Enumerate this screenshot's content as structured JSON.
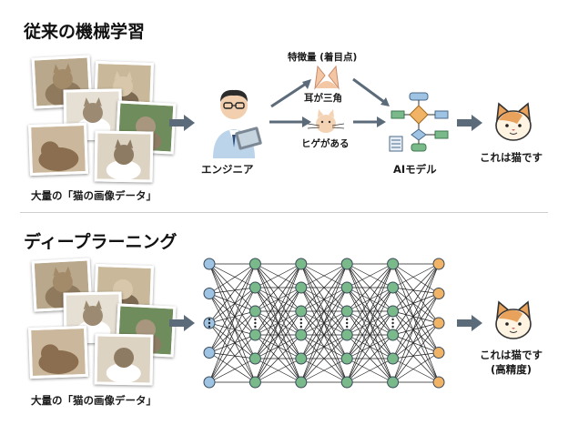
{
  "traditional": {
    "title": "従来の機械学習",
    "data_label": "大量の「猫の画像データ」",
    "engineer_label": "エンジニア",
    "features_label": "特徴量 (着目点)",
    "feature_1": "耳が三角",
    "feature_2": "ヒゲがある",
    "ai_model_label": "AIモデル",
    "result_label": "これは猫です"
  },
  "deep_learning": {
    "title": "ディープラーニング",
    "data_label": "大量の「猫の画像データ」",
    "result_label": "これは猫です",
    "result_sublabel": "(高精度)",
    "network": {
      "layers": [
        {
          "nodes": 5,
          "color": "#9ec3e3",
          "dots": true
        },
        {
          "nodes": 6,
          "color": "#79b98a",
          "dots": true
        },
        {
          "nodes": 6,
          "color": "#79b98a",
          "dots": true
        },
        {
          "nodes": 6,
          "color": "#79b98a",
          "dots": true
        },
        {
          "nodes": 6,
          "color": "#79b98a",
          "dots": true
        },
        {
          "nodes": 5,
          "color": "#f1b366",
          "dots": false
        }
      ]
    }
  },
  "colors": {
    "arrow": "#5c6b7a",
    "input_node": "#9ec3e3",
    "hidden_node": "#79b98a",
    "output_node": "#f1b366",
    "cat_orange": "#e8a25c",
    "shirt": "#bcd4ea"
  }
}
